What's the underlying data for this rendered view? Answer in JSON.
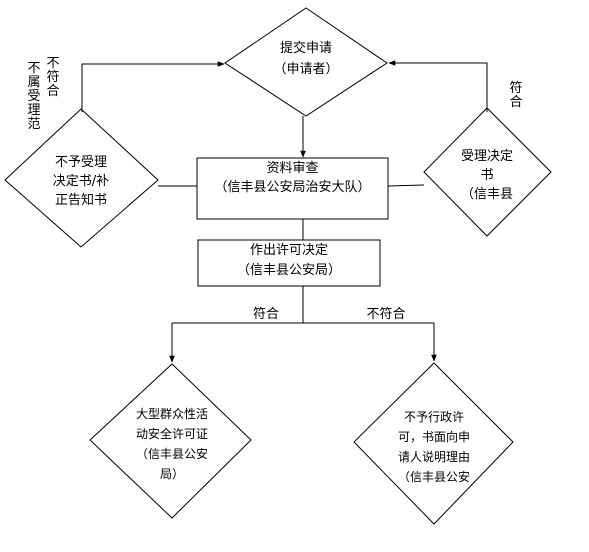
{
  "nodes": {
    "submit": {
      "line1": "提交申请",
      "line2": "（申请者）"
    },
    "reject_notice": {
      "line1": "不予受理",
      "line2": "决定书/补",
      "line3": "正告知书"
    },
    "review": {
      "line1": "资料审查",
      "line2": "（信丰县公安局治安大队）"
    },
    "accept_notice": {
      "line1": "受理决定",
      "line2": "书",
      "line3": "（信丰县"
    },
    "decision": {
      "line1": "作出许可决定",
      "line2": "（信丰县公安局）"
    },
    "permit": {
      "line1": "大型群众性活",
      "line2": "动安全许可证",
      "line3": "（信丰县公安",
      "line4": "局）"
    },
    "deny": {
      "line1": "不予行政许",
      "line2": "可，书面向申",
      "line3": "请人说明理由",
      "line4": "（信丰县公安"
    }
  },
  "labels": {
    "not_conform_vertical": "不符合",
    "not_accept_scope_vertical": "不属受理范",
    "conform_vertical": "符合",
    "conform": "符合",
    "not_conform": "不符合"
  },
  "colors": {
    "stroke": "#000000",
    "background": "#ffffff"
  }
}
